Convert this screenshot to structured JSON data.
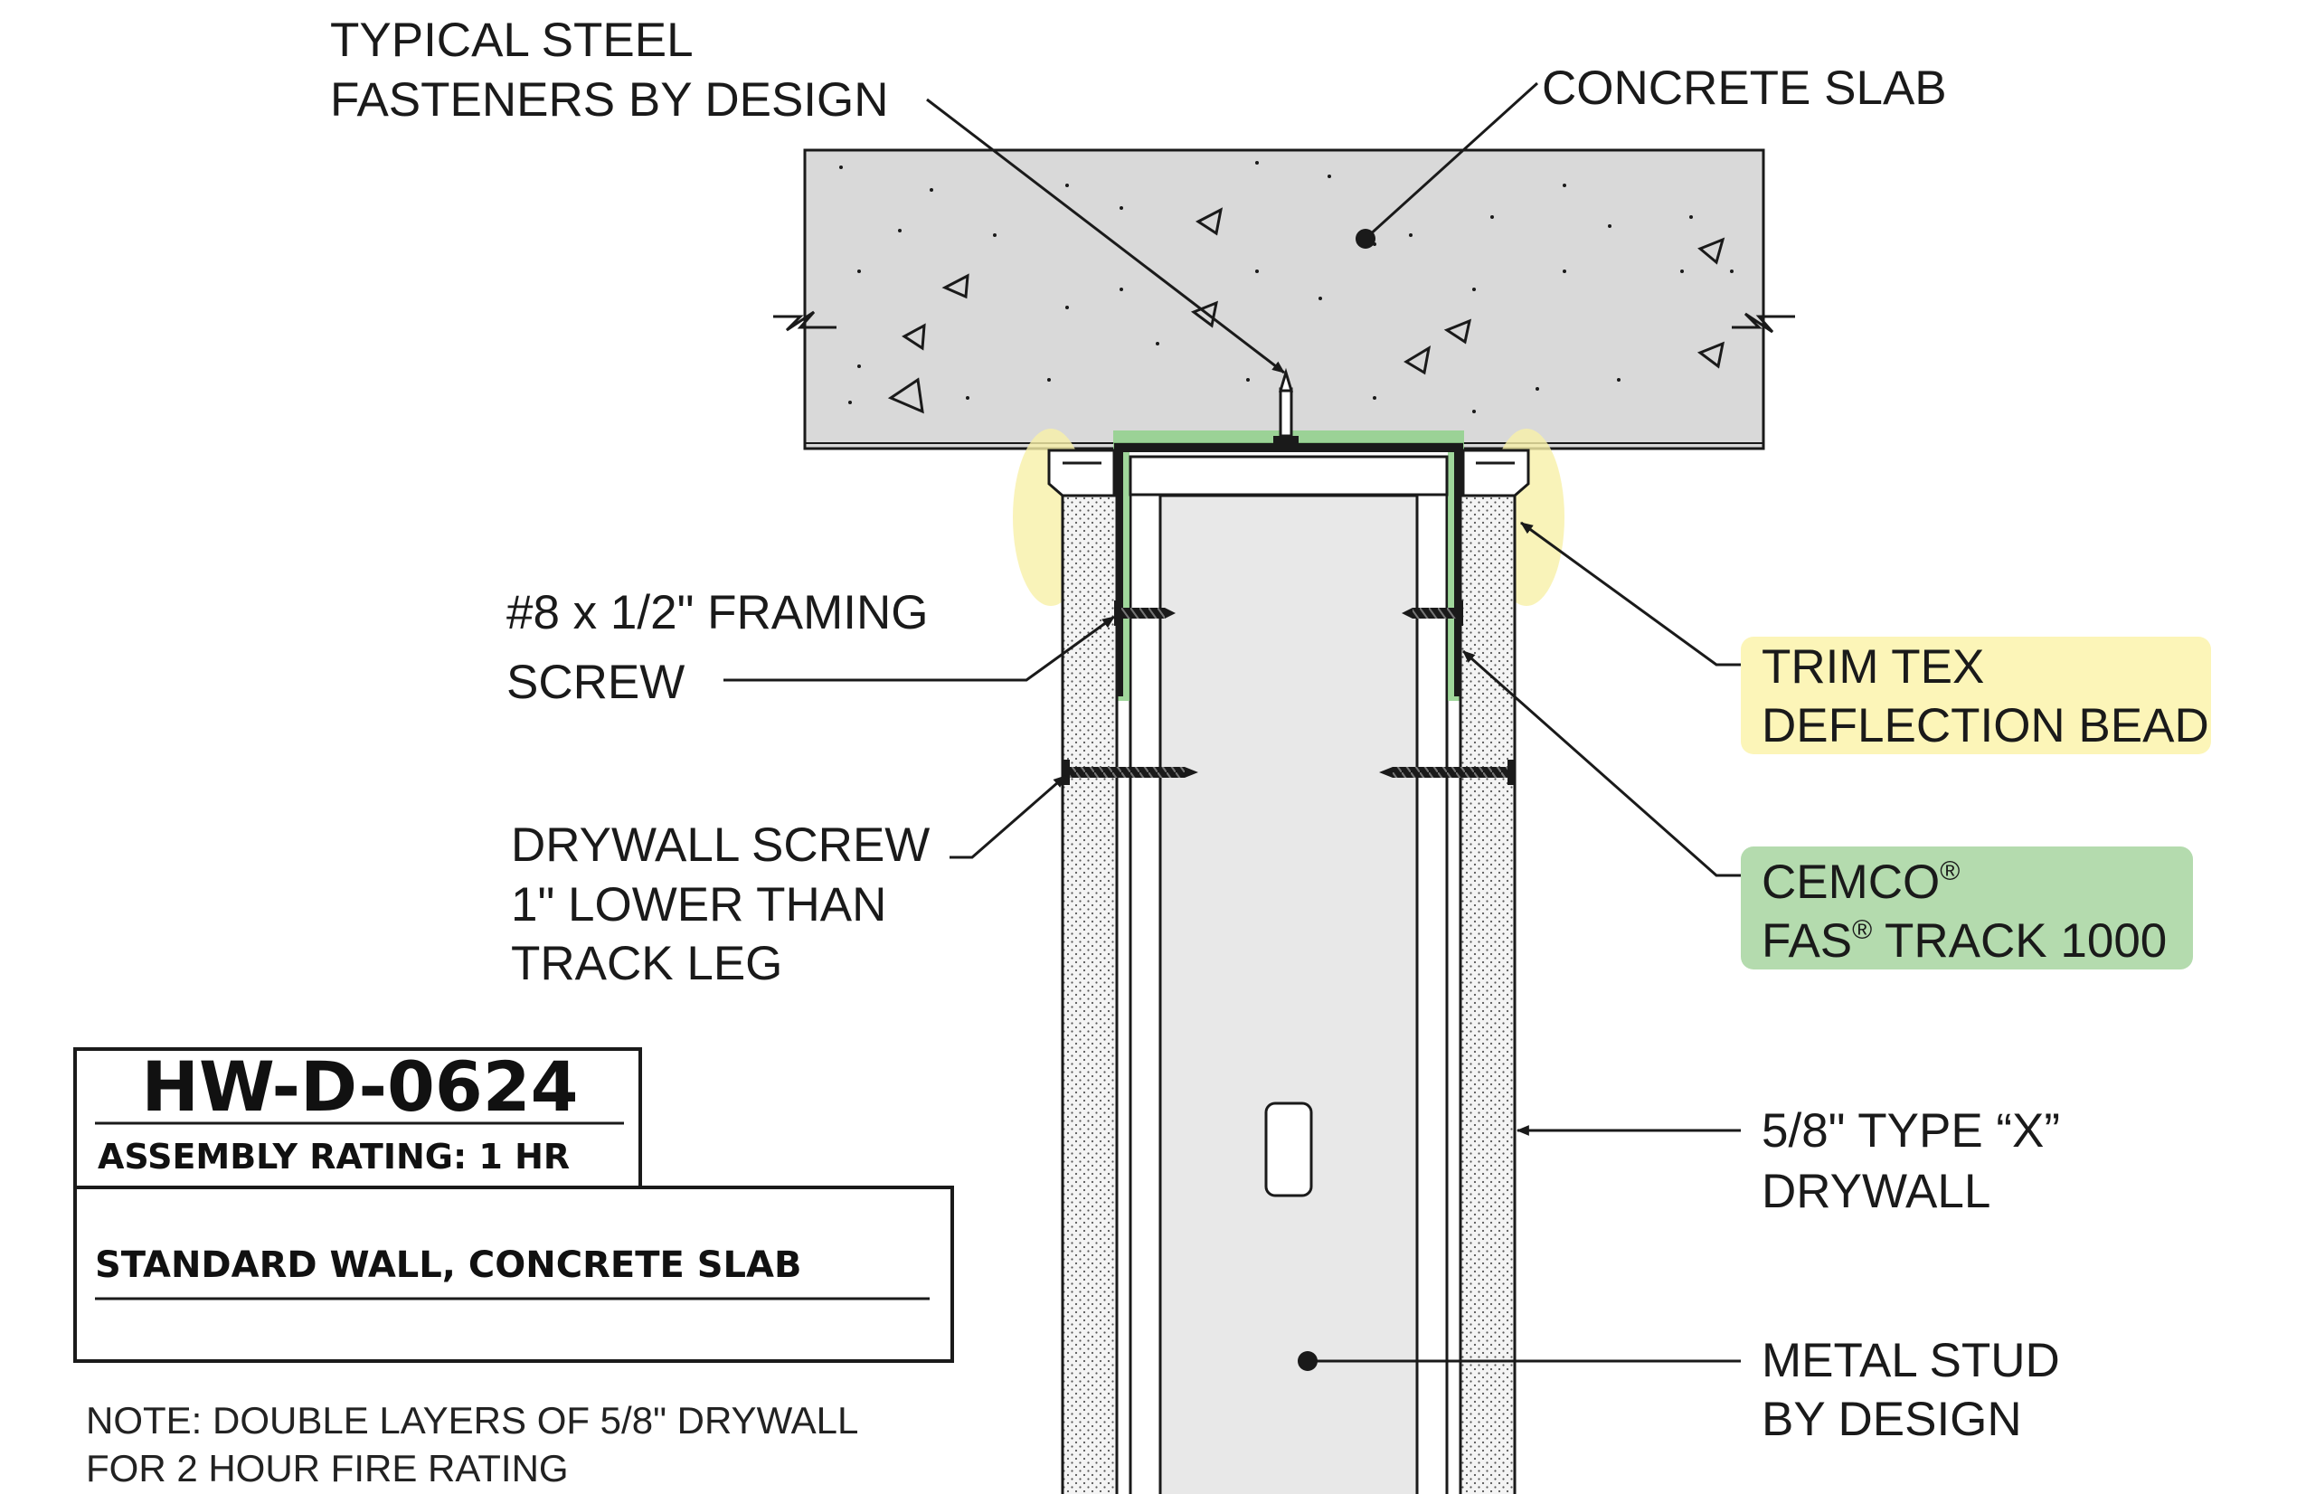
{
  "labels": {
    "fasteners_line1": "TYPICAL STEEL",
    "fasteners_line2": "FASTENERS BY DESIGN",
    "concrete_slab": "CONCRETE SLAB",
    "framing_screw_line1": "#8 x 1/2\" FRAMING",
    "framing_screw_line2": "SCREW",
    "trim_tex_line1": "TRIM TEX",
    "trim_tex_line2": "DEFLECTION BEAD",
    "cemco_line1": "CEMCO",
    "cemco_line1_mark": "®",
    "cemco_line2_a": "FAS",
    "cemco_line2_mark": "®",
    "cemco_line2_b": " TRACK 1000",
    "drywall_screw_line1": "DRYWALL SCREW",
    "drywall_screw_line2": "1\" LOWER THAN",
    "drywall_screw_line3": "TRACK LEG",
    "drywall_type_line1": "5/8\" TYPE “X”",
    "drywall_type_line2": "DRYWALL",
    "metal_stud_line1": "METAL STUD",
    "metal_stud_line2": "BY DESIGN"
  },
  "title_block": {
    "code": "HW-D-0624",
    "rating": "ASSEMBLY RATING: 1 HR",
    "description": "STANDARD WALL, CONCRETE SLAB"
  },
  "note": {
    "line1": "NOTE: DOUBLE LAYERS OF 5/8\" DRYWALL",
    "line2": "FOR 2 HOUR FIRE RATING"
  },
  "colors": {
    "concrete": "#d9d9d9",
    "stud_fill": "#e8e8e8",
    "trim_tex_highlight": "#fcf5b8",
    "cemco_highlight": "#b4dbae",
    "track_green": "#8fd08a",
    "bead_glow": "#f7f0a8"
  }
}
